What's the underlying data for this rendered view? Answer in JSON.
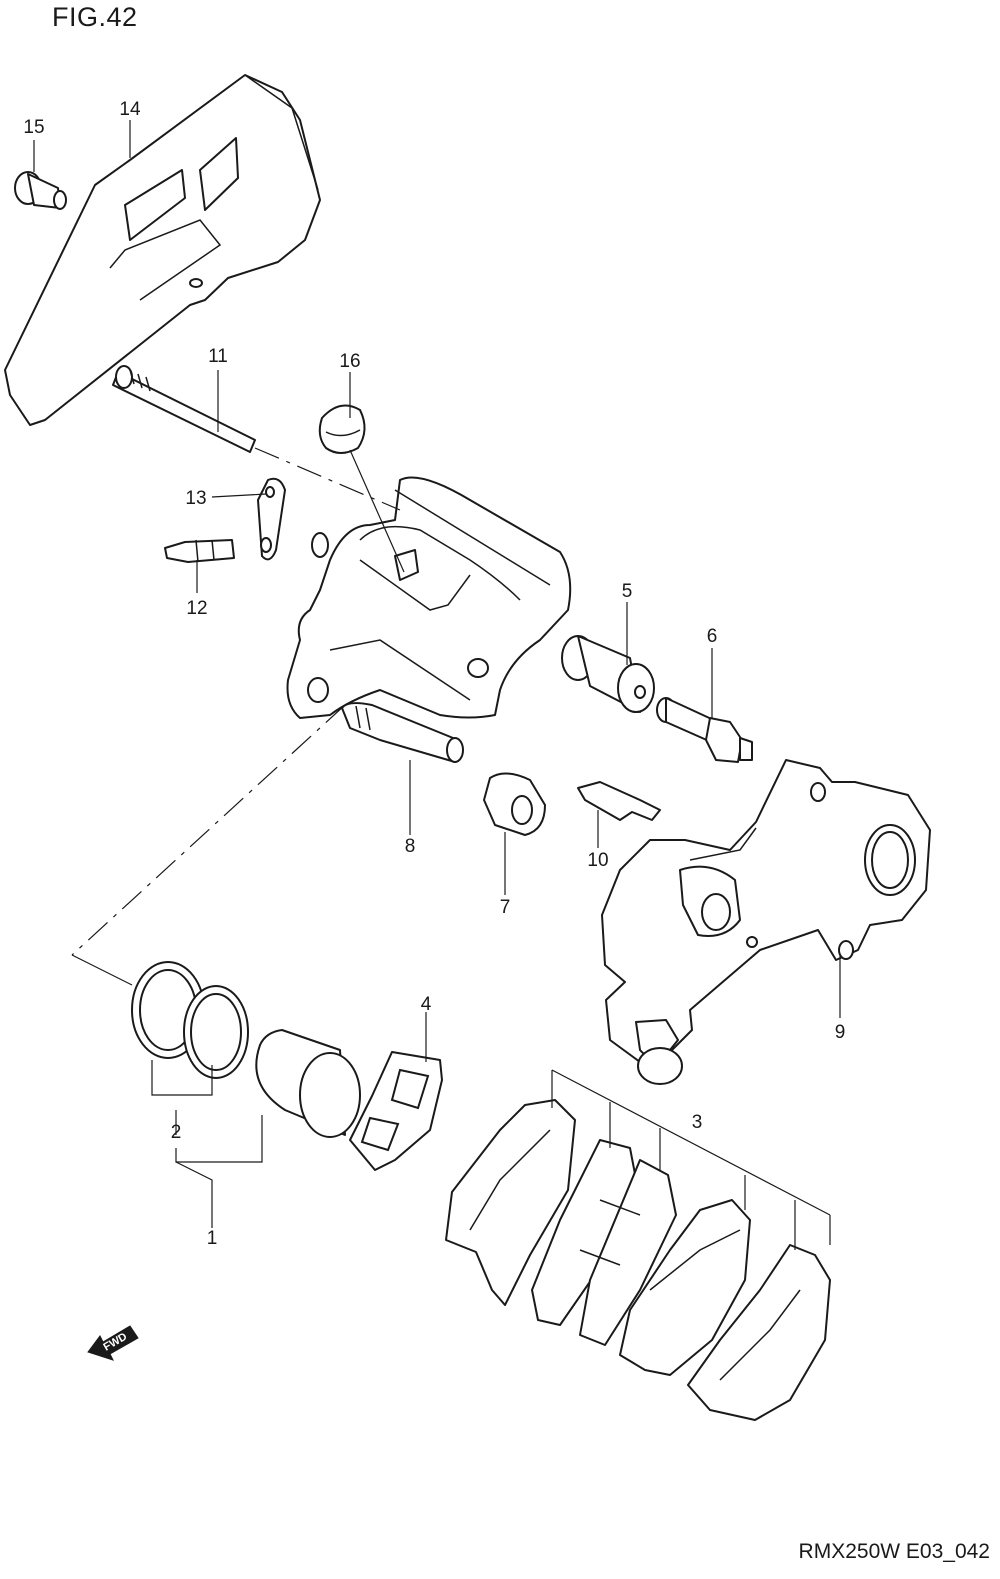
{
  "figure_title": "FIG.42",
  "reference_code": "RMX250W E03_042",
  "fwd_label": "FWD",
  "parts": [
    {
      "id": "1",
      "label": "1"
    },
    {
      "id": "2",
      "label": "2"
    },
    {
      "id": "3",
      "label": "3"
    },
    {
      "id": "4",
      "label": "4"
    },
    {
      "id": "5",
      "label": "5"
    },
    {
      "id": "6",
      "label": "6"
    },
    {
      "id": "7",
      "label": "7"
    },
    {
      "id": "8",
      "label": "8"
    },
    {
      "id": "9",
      "label": "9"
    },
    {
      "id": "10",
      "label": "10"
    },
    {
      "id": "11",
      "label": "11"
    },
    {
      "id": "12",
      "label": "12"
    },
    {
      "id": "13",
      "label": "13"
    },
    {
      "id": "14",
      "label": "14"
    },
    {
      "id": "15",
      "label": "15"
    },
    {
      "id": "16",
      "label": "16"
    }
  ]
}
